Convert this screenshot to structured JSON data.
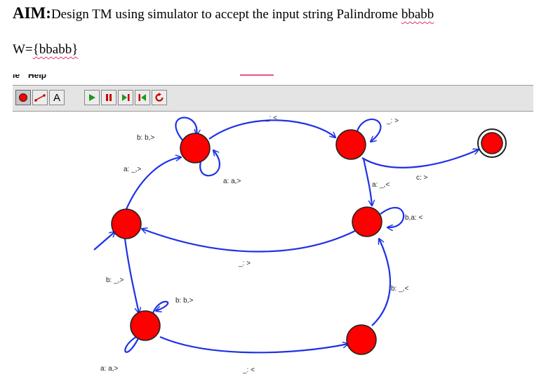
{
  "heading": {
    "aim_label": "AIM:",
    "aim_text": "Design TM using simulator to accept the input string Palindrome ",
    "aim_string": "bbabb"
  },
  "input_set": {
    "prefix": "W=",
    "value": "{bbabb}"
  },
  "menubar": {
    "items": [
      "le",
      "Help"
    ]
  },
  "toolbar": {
    "tools": [
      {
        "name": "state-tool-icon",
        "active": true
      },
      {
        "name": "transition-tool-icon",
        "active": false
      },
      {
        "name": "text-tool-icon",
        "label": "A",
        "active": false
      },
      {
        "name": "play-icon",
        "active": false
      },
      {
        "name": "pause-icon",
        "active": false
      },
      {
        "name": "step-icon",
        "active": false
      },
      {
        "name": "step-back-icon",
        "active": false
      },
      {
        "name": "reset-icon",
        "active": false
      }
    ],
    "colors": {
      "state": "#ff0000",
      "transition": "#1e32e6",
      "play": "#1a9a1a"
    }
  },
  "diagram": {
    "colors": {
      "state_fill": "#ff0000",
      "edge": "#1e32e6"
    },
    "states": [
      {
        "id": "q0",
        "final": false
      },
      {
        "id": "q1",
        "final": false
      },
      {
        "id": "q2",
        "final": false
      },
      {
        "id": "q3",
        "final": false
      },
      {
        "id": "q4",
        "final": false
      },
      {
        "id": "q5",
        "final": true
      },
      {
        "id": "q6",
        "final": false
      },
      {
        "id": "q7",
        "final": false
      }
    ],
    "labels": {
      "q1_loop_b": "b: b,>",
      "q0_q1_a": "a: _,>",
      "q1_loop_a": "a: a,>",
      "q1_q2": "_: <",
      "q2_loop": "_: >",
      "q2_q5": "c: >",
      "q2_q3": "a: _,<",
      "q3_loop": "b,a: <",
      "q3_q0": "_: >",
      "q0_q6": "b: _,>",
      "q6_loop_b": "b: b,>",
      "q6_loop_a": "a: a,>",
      "q6_q7": "_: <",
      "q7_q3": "b: _,<"
    }
  }
}
